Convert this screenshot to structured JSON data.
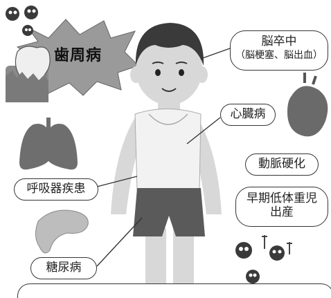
{
  "diseases": {
    "periodontal": "歯周病",
    "stroke_title": "脳卒中",
    "stroke_sub": "（脳梗塞、脳出血）",
    "heart": "心臓病",
    "arterio": "動脈硬化",
    "respiratory": "呼吸器疾患",
    "premature_line1": "早期低体重児",
    "premature_line2": "出産",
    "diabetes": "糖尿病"
  },
  "colors": {
    "skin": "#d8d8d8",
    "hair": "#3a3a3a",
    "shorts": "#5a5a5a",
    "organ": "#6e6e6e",
    "burst": "#9a9a9a"
  }
}
